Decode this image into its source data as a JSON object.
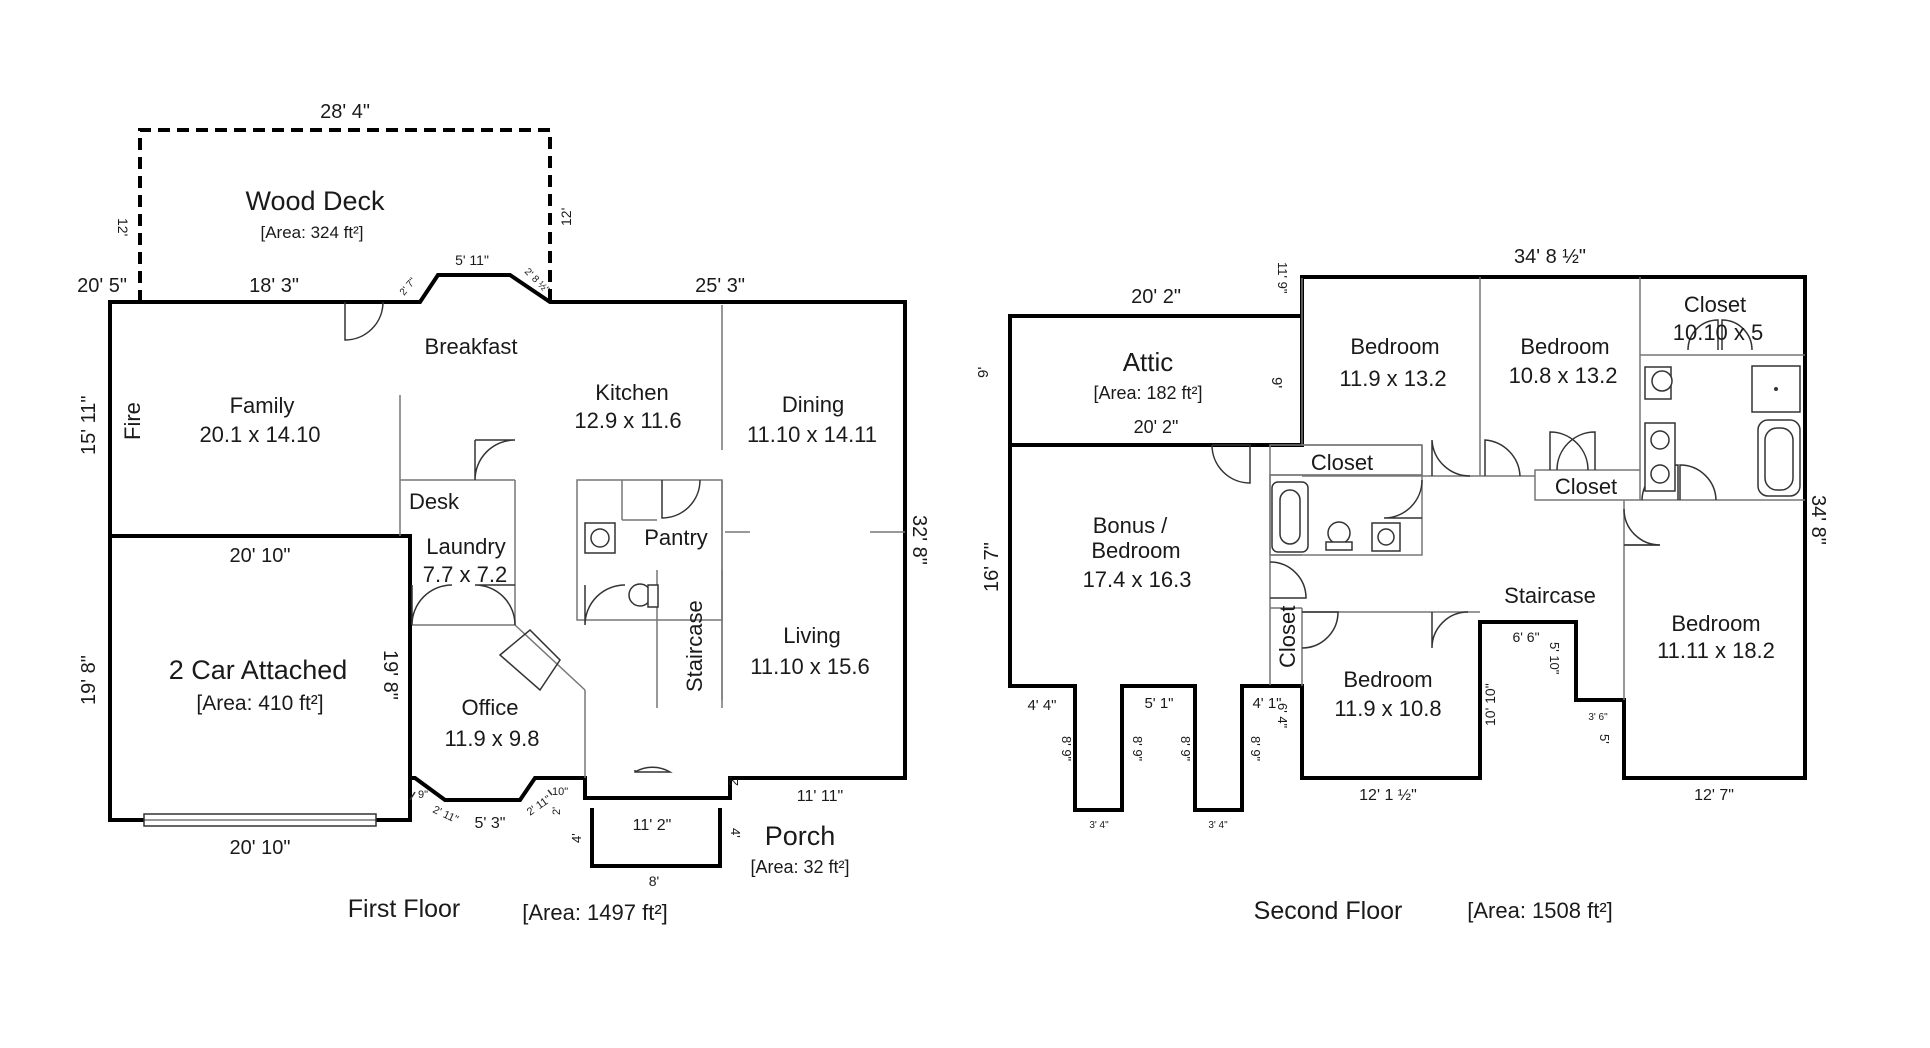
{
  "first_floor": {
    "title": "First Floor",
    "area": "[Area: 1497 ft²]",
    "wood_deck": {
      "name": "Wood Deck",
      "area": "[Area: 324 ft²]",
      "width": "28' 4\"",
      "depth_left": "12'",
      "depth_right": "12'"
    },
    "rooms": {
      "breakfast": "Breakfast",
      "family": {
        "name": "Family",
        "size": "20.1 x 14.10"
      },
      "fire": "Fire",
      "kitchen": {
        "name": "Kitchen",
        "size": "12.9 x 11.6"
      },
      "dining": {
        "name": "Dining",
        "size": "11.10 x 14.11"
      },
      "desk": "Desk",
      "laundry": {
        "name": "Laundry",
        "size": "7.7 x 7.2"
      },
      "pantry": "Pantry",
      "staircase": "Staircase",
      "living": {
        "name": "Living",
        "size": "11.10 x 15.6"
      },
      "office": {
        "name": "Office",
        "size": "11.9 x 9.8"
      },
      "garage": {
        "name": "2 Car Attached",
        "area": "[Area: 410 ft²]"
      },
      "porch": {
        "name": "Porch",
        "area": "[Area: 32 ft²]"
      }
    },
    "dimensions": {
      "top_left_corner": "20' 5\"",
      "top_left": "18' 3\"",
      "bay_top": "5' 11\"",
      "bay_left": "2' 7\"",
      "bay_right": "2' 8 ½\"",
      "top_right": "25' 3\"",
      "left_upper": "15' 11\"",
      "right_side": "32' 8\"",
      "garage_top": "20' 10\"",
      "garage_left": "19' 8\"",
      "garage_right": "19' 8\"",
      "garage_bottom": "20' 10\"",
      "bottom_9": "9\"",
      "bottom_211a": "2' 11\"",
      "bottom_53": "5' 3\"",
      "bottom_211b": "2' 11\"",
      "bottom_10": "10\"",
      "bottom_2a": "2'",
      "entry_112": "11' 2\"",
      "porch_left": "4'",
      "porch_right": "4'",
      "porch_bottom": "8'",
      "bottom_2b": "2'",
      "bottom_1111": "11' 11\""
    }
  },
  "second_floor": {
    "title": "Second Floor",
    "area": "[Area: 1508 ft²]",
    "rooms": {
      "attic": {
        "name": "Attic",
        "area": "[Area: 182 ft²]",
        "bottom": "20' 2\""
      },
      "bedroom1": {
        "name": "Bedroom",
        "size": "11.9 x 13.2"
      },
      "bedroom2": {
        "name": "Bedroom",
        "size": "10.8 x 13.2"
      },
      "closet_master": {
        "name": "Closet",
        "size": "10.10 x 5"
      },
      "closet_a": "Closet",
      "closet_b": "Closet",
      "closet_c": "Closet",
      "bonus": {
        "line1": "Bonus /",
        "line2": "Bedroom",
        "size": "17.4 x 16.3"
      },
      "staircase": "Staircase",
      "bedroom3": {
        "name": "Bedroom",
        "size": "11.9 x 10.8"
      },
      "bedroom4": {
        "name": "Bedroom",
        "size": "11.11 x 18.2"
      }
    },
    "dimensions": {
      "top": "34' 8 ½\"",
      "attic_top": "20' 2\"",
      "attic_left": "9'",
      "attic_right": "9'",
      "step_119": "11' 9\"",
      "left_side": "16' 7\"",
      "right_side": "34' 8\"",
      "notch_44": "4' 4\"",
      "notch_51": "5' 1\"",
      "notch_41": "4' 1\"",
      "notch_89a": "8' 9\"",
      "notch_89b": "8' 9\"",
      "notch_89c": "8' 9\"",
      "notch_89d": "8' 9\"",
      "notch_34a": "3' 4\"",
      "notch_34b": "3' 4\"",
      "v_64": "6' 4\"",
      "bottom_121": "12' 1 ½\"",
      "v_1010a": "10' 10\"",
      "h_66": "6' 6\"",
      "v_510": "5' 10\"",
      "h_36": "3' 6\"",
      "v_5": "5'",
      "bottom_127": "12' 7\""
    }
  }
}
